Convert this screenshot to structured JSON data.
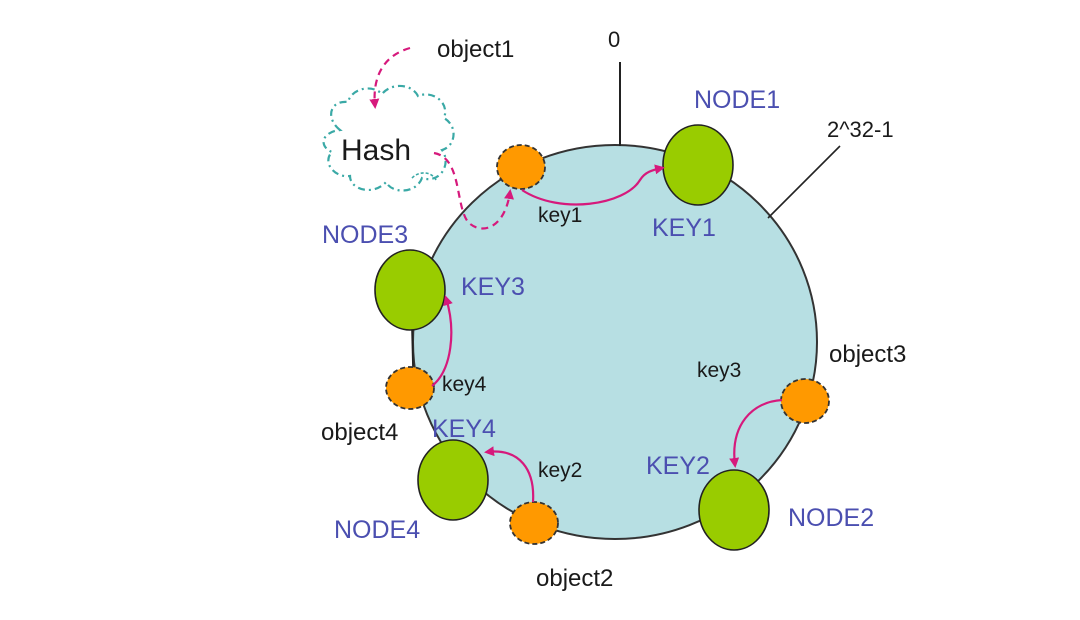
{
  "diagram": {
    "title": "Consistent hashing ring",
    "ring": {
      "start_label": "0",
      "end_label": "2^32-1",
      "fill": "#b7dfe3",
      "stroke": "#333333"
    },
    "hash_function": {
      "label": "Hash",
      "stroke": "#3aa9a6"
    },
    "colors": {
      "node_fill": "#99cc00",
      "object_fill": "#ff9900",
      "arrow": "#d6197c",
      "node_label": "#4b4fb0",
      "text": "#1a1a1a"
    },
    "nodes": [
      {
        "id": "node1",
        "label": "NODE1",
        "key_label": "KEY1"
      },
      {
        "id": "node2",
        "label": "NODE2",
        "key_label": "KEY2"
      },
      {
        "id": "node3",
        "label": "NODE3",
        "key_label": "KEY3"
      },
      {
        "id": "node4",
        "label": "NODE4",
        "key_label": "KEY4"
      }
    ],
    "objects": [
      {
        "id": "object1",
        "label": "object1",
        "key_label": "key1",
        "maps_to": "NODE1"
      },
      {
        "id": "object2",
        "label": "object2",
        "key_label": "key2",
        "maps_to": "NODE4"
      },
      {
        "id": "object3",
        "label": "object3",
        "key_label": "key3",
        "maps_to": "NODE2"
      },
      {
        "id": "object4",
        "label": "object4",
        "key_label": "key4",
        "maps_to": "NODE3"
      }
    ]
  }
}
